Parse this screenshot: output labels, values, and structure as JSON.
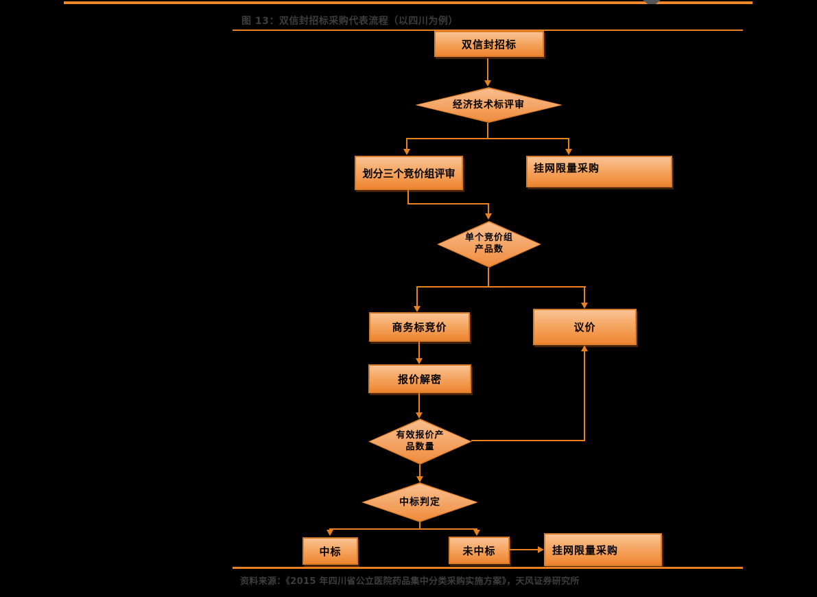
{
  "figure": {
    "title": "图 13：双信封招标采购代表流程（以四川为例）",
    "source": "资料来源：《2015 年四川省公立医院药品集中分类采购实施方案》，天风证券研究所"
  },
  "colors": {
    "background": "#000000",
    "rule_orange": "#F0882B",
    "connector_orange": "#E8811F",
    "shape_border": "#DB7C26",
    "shape_fill_top": "#FAC394",
    "shape_fill_bottom": "#EE8531",
    "caption_text": "#3D3D3D",
    "shape_text": "#000000"
  },
  "flowchart": {
    "nodes": {
      "start": {
        "type": "process",
        "label": "双信封招标"
      },
      "tech_review": {
        "type": "decision",
        "label": "经济技术标评审"
      },
      "three_groups": {
        "type": "process",
        "label": "划分三个竞价组评审"
      },
      "listing_limit_top": {
        "type": "process",
        "label": "挂网限量采购"
      },
      "group_count": {
        "type": "decision",
        "line1": "单个竞价组",
        "line2": "产品数"
      },
      "commercial_bid": {
        "type": "process",
        "label": "商务标竞价"
      },
      "negotiation": {
        "type": "process",
        "label": "议价"
      },
      "quote_decrypt": {
        "type": "process",
        "label": "报价解密"
      },
      "valid_quote_count": {
        "type": "decision",
        "line1": "有效报价产",
        "line2": "品数量"
      },
      "award_decision": {
        "type": "decision",
        "label": "中标判定"
      },
      "awarded": {
        "type": "process",
        "label": "中标"
      },
      "not_awarded": {
        "type": "process",
        "label": "未中标"
      },
      "listing_limit_bottom": {
        "type": "process",
        "label": "挂网限量采购"
      }
    }
  }
}
